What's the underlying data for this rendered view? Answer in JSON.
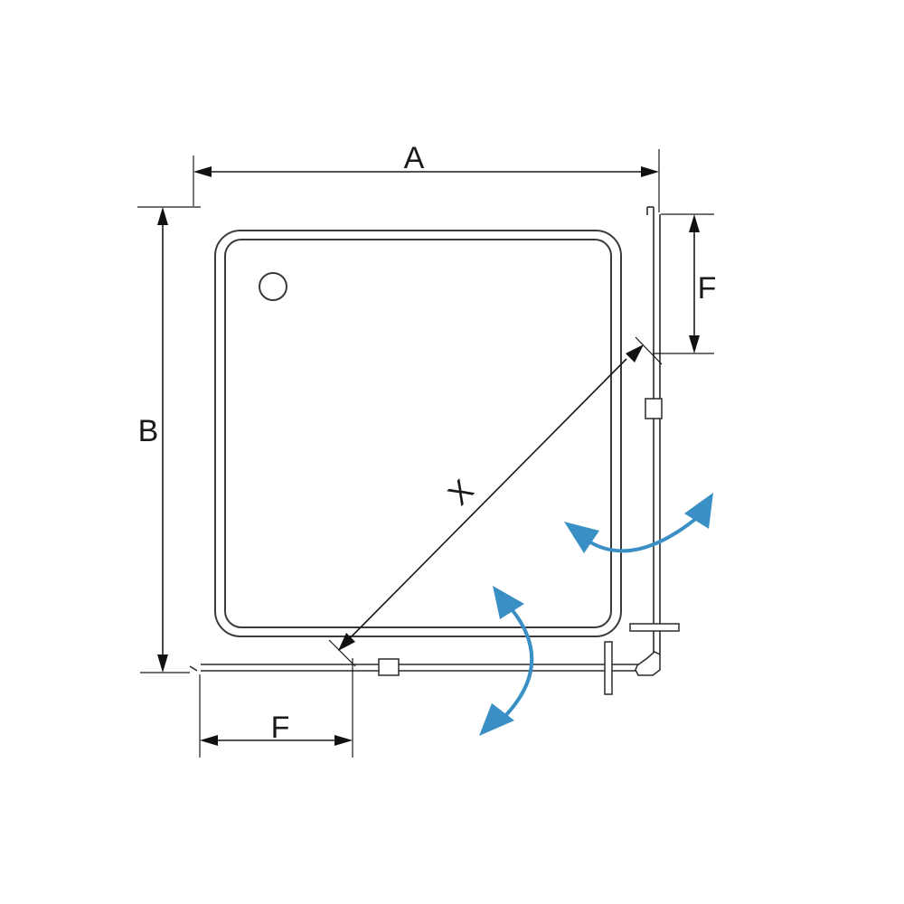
{
  "labels": {
    "width": "A",
    "depth": "B",
    "diagonal": "X",
    "offset_right": "F",
    "offset_bottom": "F"
  },
  "colors": {
    "accent": "#3a8fc4",
    "line": "#1a1a1a"
  }
}
